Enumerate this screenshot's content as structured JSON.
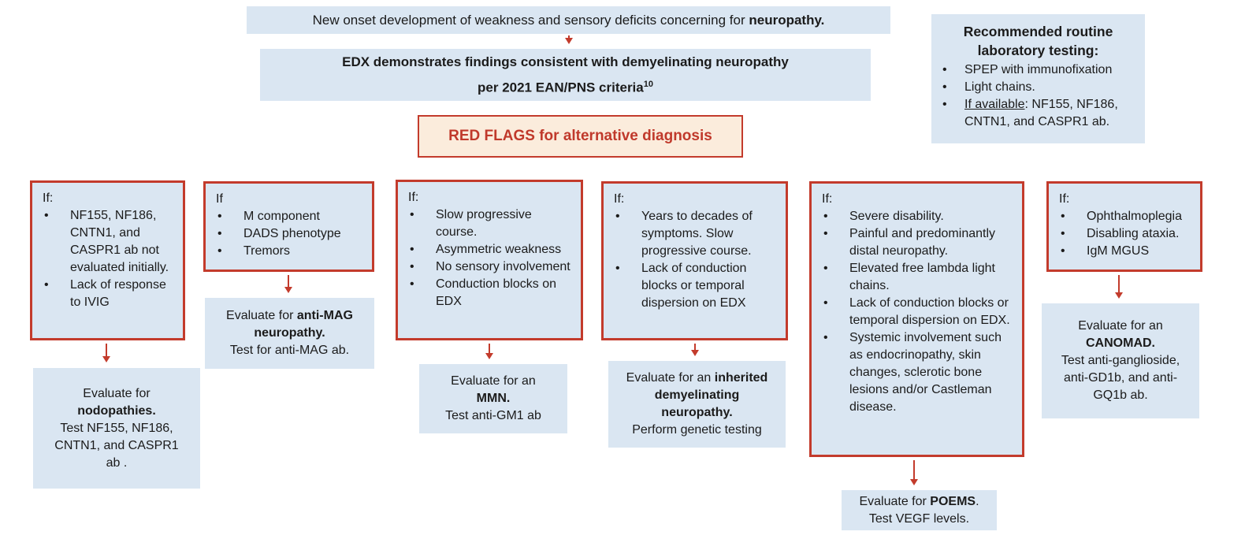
{
  "colors": {
    "box_blue": "#dae6f2",
    "border_red": "#c33b2c",
    "red_flag_bg": "#fbecdc",
    "red_text": "#c0392b"
  },
  "flow": {
    "onset_box": [
      {
        "t": "New onset development of weakness and sensory deficits concerning for "
      },
      {
        "t": "neuropathy.",
        "b": true
      }
    ],
    "edx_box": {
      "line1": [
        {
          "t": "EDX demonstrates findings consistent with demyelinating neuropathy",
          "b": true
        }
      ],
      "line2": [
        {
          "t": "per 2021 EAN/PNS criteria",
          "b": true
        },
        {
          "t": "10",
          "b": true,
          "sup": true
        }
      ]
    },
    "red_flags_label": "RED FLAGS for alternative diagnosis",
    "lab_box": {
      "title": [
        {
          "t": "Recommended routine",
          "b": true
        },
        {
          "br": true
        },
        {
          "t": "laboratory testing",
          "b": true
        },
        {
          "t": ":"
        }
      ],
      "bullets": [
        "SPEP with immunofixation",
        "Light chains.",
        [
          {
            "t": "If available",
            "u": true
          },
          {
            "t": ": NF155, NF186, CNTN1, and CASPR1 ab."
          }
        ]
      ]
    },
    "if_boxes": [
      {
        "label": "If:",
        "items": [
          "NF155, NF186, CNTN1, and CASPR1 ab not evaluated initially.",
          "Lack of response to IVIG"
        ]
      },
      {
        "label": "If",
        "items": [
          "M component",
          "DADS phenotype",
          "Tremors"
        ]
      },
      {
        "label": "If:",
        "items": [
          "Slow progressive course.",
          "Asymmetric weakness",
          "No sensory involvement",
          "Conduction blocks on EDX"
        ]
      },
      {
        "label": "If:",
        "items": [
          "Years to decades of symptoms. Slow progressive course.",
          "Lack of conduction blocks or temporal dispersion on EDX"
        ]
      },
      {
        "label": "If:",
        "items": [
          "Severe disability.",
          "Painful and predominantly distal neuropathy.",
          "Elevated free lambda light chains.",
          "Lack of conduction blocks or temporal dispersion on EDX.",
          "Systemic involvement such as endocrinopathy, skin changes, sclerotic bone lesions and/or Castleman disease."
        ]
      },
      {
        "label": "If:",
        "items": [
          "Ophthalmoplegia",
          "Disabling ataxia.",
          "IgM MGUS"
        ]
      }
    ],
    "result_boxes": {
      "nodopathies": [
        {
          "t": "Evaluate for"
        },
        {
          "br": true
        },
        {
          "t": "nodopathies.",
          "b": true
        },
        {
          "br": true
        },
        {
          "t": "Test NF155, NF186,"
        },
        {
          "br": true
        },
        {
          "t": "CNTN1, and CASPR1"
        },
        {
          "br": true
        },
        {
          "t": "ab ."
        }
      ],
      "anti_mag": [
        {
          "t": "Evaluate for "
        },
        {
          "t": "anti-MAG",
          "b": true
        },
        {
          "br": true
        },
        {
          "t": "neuropathy.",
          "b": true
        },
        {
          "br": true
        },
        {
          "t": "Test for anti-MAG ab."
        }
      ],
      "mmn": [
        {
          "t": "Evaluate for an"
        },
        {
          "br": true
        },
        {
          "t": "MMN.",
          "b": true
        },
        {
          "br": true
        },
        {
          "t": "Test anti-GM1 ab"
        }
      ],
      "inherited": [
        {
          "t": "Evaluate for an "
        },
        {
          "t": "inherited",
          "b": true
        },
        {
          "br": true
        },
        {
          "t": "demyelinating",
          "b": true
        },
        {
          "br": true
        },
        {
          "t": "neuropathy.",
          "b": true
        },
        {
          "br": true
        },
        {
          "t": "Perform genetic testing"
        }
      ],
      "poems": [
        {
          "t": "Evaluate for "
        },
        {
          "t": "POEMS",
          "b": true
        },
        {
          "t": "."
        },
        {
          "br": true
        },
        {
          "t": "Test VEGF levels."
        }
      ],
      "canomad": [
        {
          "t": "Evaluate for an"
        },
        {
          "br": true
        },
        {
          "t": "CANOMAD.",
          "b": true
        },
        {
          "br": true
        },
        {
          "t": "Test anti-ganglioside,"
        },
        {
          "br": true
        },
        {
          "t": "anti-GD1b, and anti-"
        },
        {
          "br": true
        },
        {
          "t": "GQ1b ab."
        }
      ]
    }
  }
}
